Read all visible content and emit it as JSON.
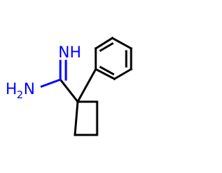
{
  "molecule": {
    "imine_label": "NH",
    "amine_label_prefix": "H",
    "amine_label_subscript": "2",
    "amine_label_suffix": "N",
    "carbon_color": "#000000",
    "heteroatom_color": "#0000ff",
    "background": "#ffffff"
  }
}
